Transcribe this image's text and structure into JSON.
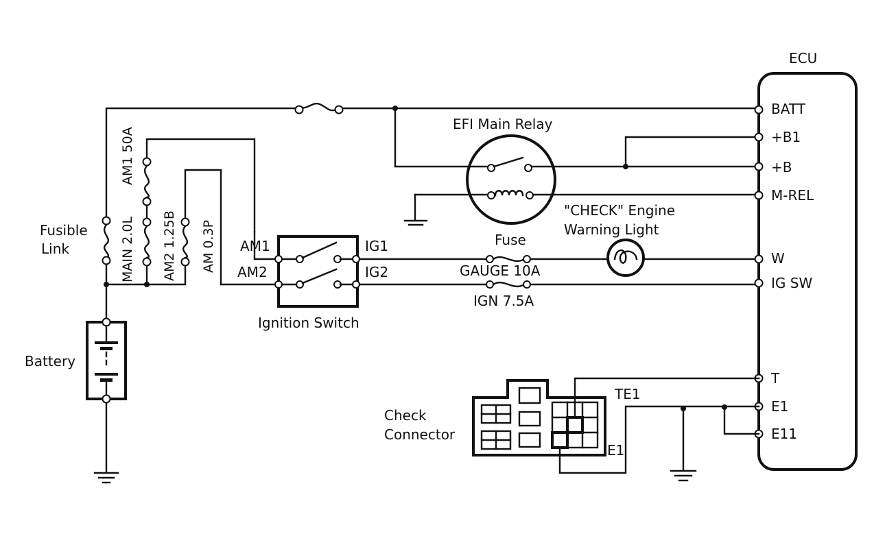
{
  "ecu": {
    "title": "ECU",
    "pins": {
      "batt": "BATT",
      "b1": "+B1",
      "b": "+B",
      "mrel": "M-REL",
      "w": "W",
      "igsw": "IG SW",
      "t": "T",
      "e1": "E1",
      "e11": "E11"
    }
  },
  "relay": {
    "label": "EFI Main Relay"
  },
  "fusible_link": {
    "label_line1": "Fusible",
    "label_line2": "Link"
  },
  "links": {
    "main": "MAIN 2.0L",
    "am1": "AM1 50A",
    "am2": "AM2 1.25B",
    "am": "AM 0.3P"
  },
  "ignition": {
    "am1": "AM1",
    "am2": "AM2",
    "ig1": "IG1",
    "ig2": "IG2",
    "label": "Ignition Switch"
  },
  "fuses": {
    "title": "Fuse",
    "gauge": "GAUGE 10A",
    "ign": "IGN 7.5A"
  },
  "check_light": {
    "line1": "\"CHECK\" Engine",
    "line2": "Warning Light"
  },
  "battery": {
    "label": "Battery"
  },
  "check_connector": {
    "line1": "Check",
    "line2": "Connector",
    "te1": "TE1",
    "e1": "E1"
  }
}
